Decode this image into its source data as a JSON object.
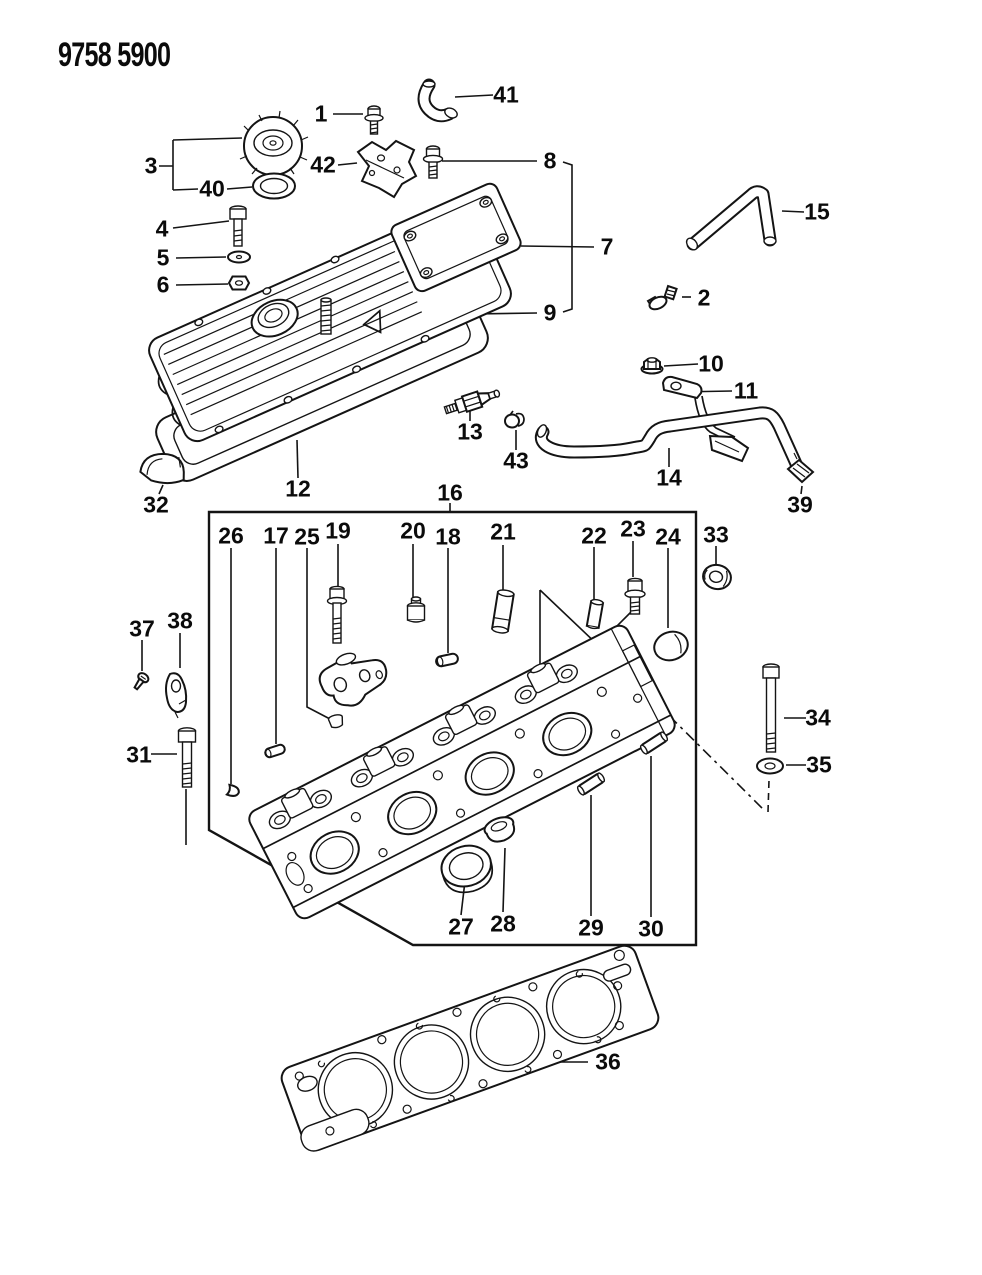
{
  "diagram": {
    "code": "9758 5900",
    "background": "#ffffff",
    "line_color": "#141414",
    "callouts": [
      {
        "id": "1",
        "label": "1"
      },
      {
        "id": "2",
        "label": "2"
      },
      {
        "id": "3",
        "label": "3"
      },
      {
        "id": "4",
        "label": "4"
      },
      {
        "id": "5",
        "label": "5"
      },
      {
        "id": "6",
        "label": "6"
      },
      {
        "id": "7",
        "label": "7"
      },
      {
        "id": "8",
        "label": "8"
      },
      {
        "id": "9",
        "label": "9"
      },
      {
        "id": "10",
        "label": "10"
      },
      {
        "id": "11",
        "label": "11"
      },
      {
        "id": "12",
        "label": "12"
      },
      {
        "id": "13",
        "label": "13"
      },
      {
        "id": "14",
        "label": "14"
      },
      {
        "id": "15",
        "label": "15"
      },
      {
        "id": "16",
        "label": "16"
      },
      {
        "id": "17",
        "label": "17"
      },
      {
        "id": "18",
        "label": "18"
      },
      {
        "id": "19",
        "label": "19"
      },
      {
        "id": "20",
        "label": "20"
      },
      {
        "id": "21",
        "label": "21"
      },
      {
        "id": "22",
        "label": "22"
      },
      {
        "id": "23",
        "label": "23"
      },
      {
        "id": "24",
        "label": "24"
      },
      {
        "id": "25",
        "label": "25"
      },
      {
        "id": "26",
        "label": "26"
      },
      {
        "id": "27",
        "label": "27"
      },
      {
        "id": "28",
        "label": "28"
      },
      {
        "id": "29",
        "label": "29"
      },
      {
        "id": "30",
        "label": "30"
      },
      {
        "id": "31",
        "label": "31"
      },
      {
        "id": "32",
        "label": "32"
      },
      {
        "id": "33",
        "label": "33"
      },
      {
        "id": "34",
        "label": "34"
      },
      {
        "id": "35",
        "label": "35"
      },
      {
        "id": "36",
        "label": "36"
      },
      {
        "id": "37",
        "label": "37"
      },
      {
        "id": "38",
        "label": "38"
      },
      {
        "id": "39",
        "label": "39"
      },
      {
        "id": "40",
        "label": "40"
      },
      {
        "id": "41",
        "label": "41"
      },
      {
        "id": "42",
        "label": "42"
      },
      {
        "id": "43",
        "label": "43"
      }
    ]
  }
}
